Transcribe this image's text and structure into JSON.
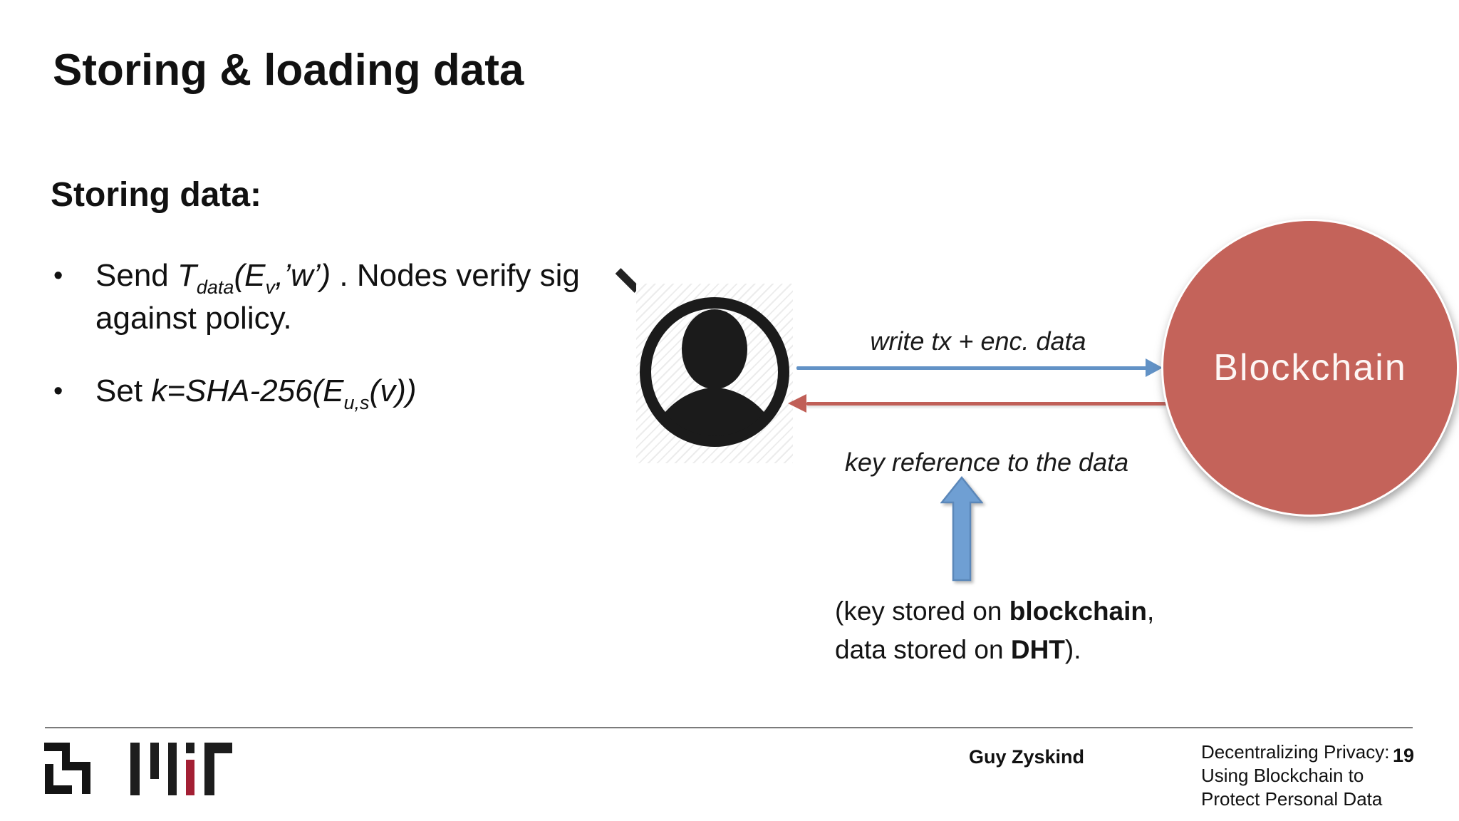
{
  "slide": {
    "title": "Storing & loading data",
    "heading": "Storing data:",
    "bullet_marker": "•",
    "bullet1": {
      "t1": "Send ",
      "i1": "T",
      "s1": "data",
      "i2": "(E",
      "s2": "v",
      "i3": ",’w’) ",
      "t2": ". Nodes verify sig against policy."
    },
    "bullet2": {
      "t1": "Set ",
      "i1": "k=SHA-256(E",
      "s1": "u,s",
      "i2": "(v))"
    }
  },
  "diagram": {
    "write_arrow_label": "write tx + enc. data",
    "key_arrow_label": "key reference to the data",
    "node_label": "Blockchain",
    "caption": {
      "l1a": "(key stored on ",
      "l1b": "blockchain",
      "l1c": ",",
      "l2a": "data stored on ",
      "l2b": "DHT",
      "l2c": ")."
    }
  },
  "footer": {
    "author": "Guy Zyskind",
    "deck_title": [
      "Decentralizing Privacy:",
      "Using Blockchain to",
      "Protect Personal Data"
    ],
    "page_number": "19"
  },
  "colors": {
    "write_arrow_blue": "#6292c6",
    "key_arrow_red": "#c05f57",
    "block_arrow_blue": "#6f9fd3",
    "blockchain_fill": "#c4635a",
    "mit_red": "#a31f34",
    "text": "#111111"
  }
}
